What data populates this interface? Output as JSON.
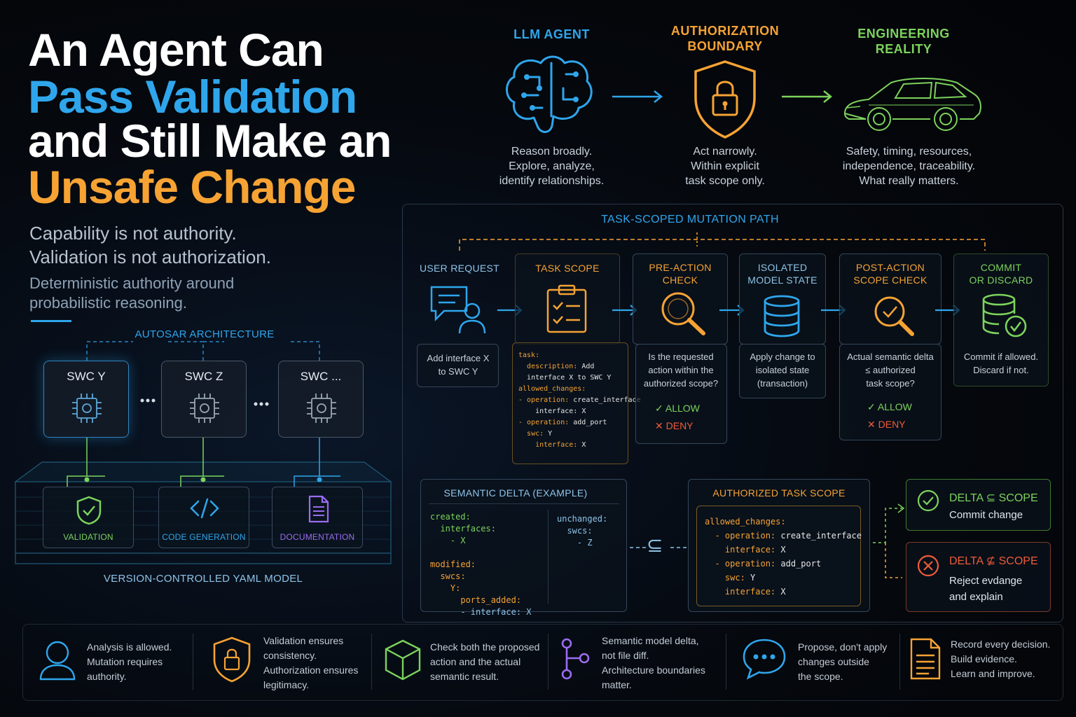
{
  "title": {
    "line1": "An Agent Can",
    "line2": "Pass Validation",
    "line3": "and Still Make an",
    "line4": "Unsafe Change"
  },
  "subtitle": {
    "line1": "Capability is not authority.",
    "line2": "Validation is not authorization.",
    "line3": "Deterministic authority around",
    "line4": "probabilistic reasoning."
  },
  "top_flow": {
    "llm": {
      "head": "LLM AGENT",
      "l1": "Reason broadly.",
      "l2": "Explore, analyze,",
      "l3": "identify relationships."
    },
    "auth": {
      "head1": "AUTHORIZATION",
      "head2": "BOUNDARY",
      "l1": "Act narrowly.",
      "l2": "Within explicit",
      "l3": "task scope only."
    },
    "eng": {
      "head1": "ENGINEERING",
      "head2": "REALITY",
      "l1": "Safety, timing, resources,",
      "l2": "independence, traceability.",
      "l3": "What really matters."
    }
  },
  "autosar": {
    "title": "AUTOSAR ARCHITECTURE",
    "swc_y": "SWC Y",
    "swc_z": "SWC Z",
    "swc_more": "SWC ...",
    "validation": "VALIDATION",
    "codegen": "CODE GENERATION",
    "documentation": "DOCUMENTATION",
    "yaml": "VERSION-CONTROLLED YAML MODEL"
  },
  "path": {
    "title": "TASK-SCOPED MUTATION PATH",
    "user_request": {
      "label": "USER REQUEST",
      "text1": "Add interface X",
      "text2": "to SWC Y"
    },
    "task_scope": {
      "label": "TASK SCOPE"
    },
    "pre_action": {
      "label1": "PRE-ACTION",
      "label2": "CHECK",
      "text1": "Is the requested",
      "text2": "action within the",
      "text3": "authorized scope?",
      "allow": "ALLOW",
      "deny": "DENY"
    },
    "isolated": {
      "label1": "ISOLATED",
      "label2": "MODEL STATE",
      "text1": "Apply change to",
      "text2": "isolated state",
      "text3": "(transaction)"
    },
    "post_action": {
      "label1": "POST-ACTION",
      "label2": "SCOPE CHECK",
      "text1": "Actual semantic delta",
      "text2": "≤ authorized",
      "text3": "task scope?",
      "allow": "ALLOW",
      "deny": "DENY"
    },
    "commit": {
      "label1": "COMMIT",
      "label2": "OR DISCARD",
      "text1": "Commit if allowed.",
      "text2": "Discard if not."
    }
  },
  "task_code": {
    "l1k": "task:",
    "l2k": "description:",
    "l2v": " Add",
    "l3": "interface X to SWC Y",
    "l4k": "allowed_changes:",
    "l5k": "- operation:",
    "l5v": " create_interface",
    "l6k": "interface:",
    "l6v": " X",
    "l7k": "- operation:",
    "l7v": " add_port",
    "l8k": "swc:",
    "l8v": " Y",
    "l9k": "interface:",
    "l9v": " X"
  },
  "delta": {
    "title": "SEMANTIC DELTA (EXAMPLE)",
    "c1": "created:",
    "c2": "interfaces:",
    "c3": "- X",
    "m1": "modified:",
    "m2": "swcs:",
    "m3": "Y:",
    "m4": "ports_added:",
    "m5k": "- interface:",
    "m5v": " X",
    "u1": "unchanged:",
    "u2": "swcs:",
    "u3": "- Z",
    "subset": "⊆"
  },
  "authscope": {
    "title": "AUTHORIZED TASK SCOPE",
    "l1": "allowed_changes:",
    "l2k": "- operation:",
    "l2v": " create_interface",
    "l3k": "interface:",
    "l3v": " X",
    "l4k": "- operation:",
    "l4v": " add_port",
    "l5k": "swc:",
    "l5v": " Y",
    "l6k": "interface:",
    "l6v": " X"
  },
  "outcome": {
    "ok_title": "DELTA ⊆ SCOPE",
    "ok_text": "Commit change",
    "bad_title": "DELTA ⊈ SCOPE",
    "bad_text1": "Reject evdange",
    "bad_text2": "and explain"
  },
  "footer": [
    {
      "l1": "Analysis is allowed.",
      "l2": "Mutation requires",
      "l3": "authority."
    },
    {
      "l1": "Validation ensures",
      "l2": "consistency.",
      "l3": "Authorization ensures",
      "l4": "legitimacy."
    },
    {
      "l1": "Check both the proposed",
      "l2": "action and the actual",
      "l3": "semantic result."
    },
    {
      "l1": "Semantic model delta,",
      "l2": "not file diff.",
      "l3": "Architecture boundaries",
      "l4": "matter."
    },
    {
      "l1": "Propose, don't apply",
      "l2": "changes outside",
      "l3": "the scope."
    },
    {
      "l1": "Record every decision.",
      "l2": "Build evidence.",
      "l3": "Learn and improve."
    }
  ],
  "colors": {
    "blue": "#2fa6ec",
    "orange": "#f6a334",
    "green": "#7cd35c",
    "red": "#ef5b3a",
    "purple": "#9b6cf0"
  }
}
